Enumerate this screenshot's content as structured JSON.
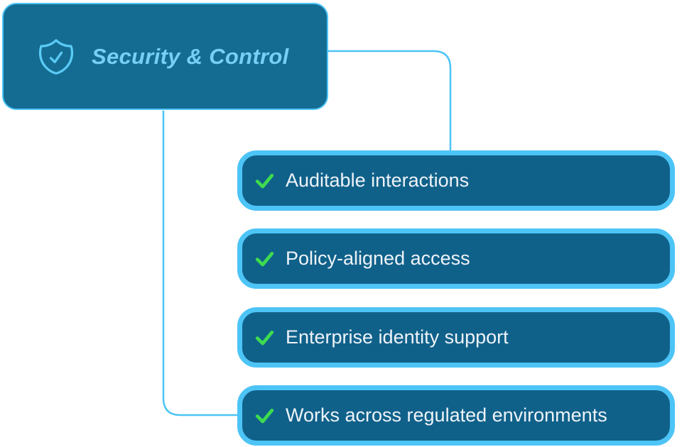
{
  "diagram": {
    "root": {
      "title": "Security & Control",
      "icon": "shield-check-icon"
    },
    "items": [
      {
        "label": "Auditable interactions",
        "icon": "check-icon"
      },
      {
        "label": "Policy-aligned access",
        "icon": "check-icon"
      },
      {
        "label": "Enterprise identity support",
        "icon": "check-icon"
      },
      {
        "label": "Works across regulated environments",
        "icon": "check-icon"
      }
    ],
    "colors": {
      "canvas_background": "#ffffff",
      "root_fill": "#146c93",
      "item_fill": "#10618a",
      "accent_border": "#4dc4f6",
      "connector_line": "#4dc4f6",
      "root_title_text": "#77cff4",
      "item_text": "#eef3f8",
      "check_green": "#3edc4f",
      "shield_icon": "#5bcbf4"
    }
  }
}
